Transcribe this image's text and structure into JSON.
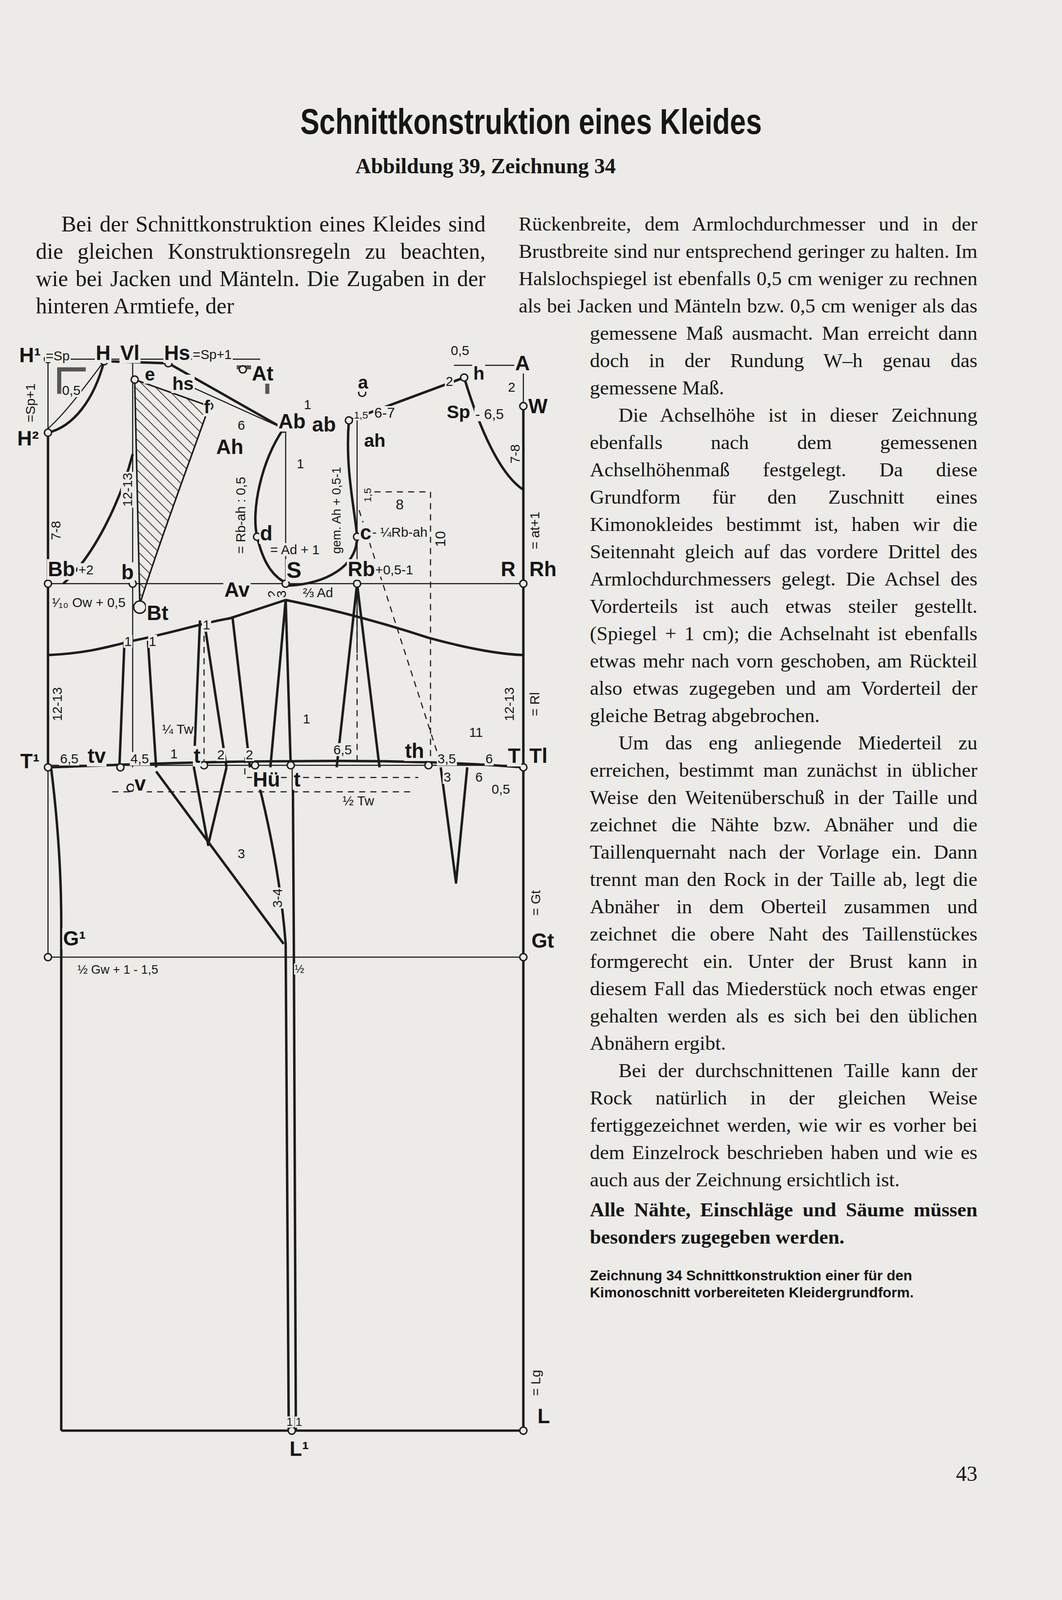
{
  "diagram": {
    "title": "Schnittkonstruktion eines Kleides",
    "caption": "Zeichnung 34 Schnittkonstruktion einer für den Kimonoschnitt vorbereiteten Kleidergrundform.",
    "labels": [
      "Abbildung 39, Zeichnung 34",
      "Bei der Schnittkonstruktion eines Kleides sind die gleichen Konstruktionsregeln zu beachten, wie bei Jacken und Mänteln. Die Zugaben in der hinteren Armtiefe, der",
      "Rückenbreite, dem Armlochdurchmesser und in der Brustbreite sind nur entsprechend geringer zu halten. Im Halslochspiegel ist ebenfalls 0,5 cm weniger zu rechnen als bei Jacken und Mänteln bzw. 0,5 cm weniger als das gemessene Maß ausmacht. Man erreicht dann doch in der Rundung W–h genau das gemessene Maß.",
      "Die Achselhöhe ist in dieser Zeichnung ebenfalls nach dem gemessenen Achselhöhenmaß festgelegt. Da diese Grundform für den Zuschnitt eines Kimonokleides bestimmt ist, haben wir die Seitennaht gleich auf das vordere Drittel des Armlochdurchmessers gelegt. Die Achsel des Vorderteils ist auch etwas steiler gestellt. (Spiegel + 1 cm); die Achselnaht ist ebenfalls etwas mehr nach vorn geschoben, am Rückteil also etwas zugegeben und am Vorderteil der gleiche Betrag abgebrochen.",
      "Um das eng anliegende Miederteil zu erreichen, bestimmt man zunächst in üblicher Weise den Weitenüberschuß in der Taille und zeichnet die Nähte bzw. Abnäher und die Taillenquernaht nach der Vorlage ein. Dann trennt man den Rock in der Taille ab, legt die Abnäher in dem Oberteil zusammen und zeichnet die obere Naht des Taillenstückes formgerecht ein. Unter der Brust kann in diesem Fall das Miederstück noch etwas enger gehalten werden als es sich bei den üblichen Abnähern ergibt.",
      "Bei der durchschnittenen Taille kann der Rock natürlich in der gleichen Weise fertiggezeichnet werden, wie wir es vorher bei dem Einzelrock beschrieben haben und wie es auch aus der Zeichnung ersichtlich ist.",
      "Alle Nähte, Einschläge und Säume müssen besonders zugegeben werden.",
      "43",
      "H¹",
      "=Sp",
      "H",
      "Vl",
      "Hs",
      "=Sp+1",
      "At",
      "0,5",
      "e",
      "hs",
      "f",
      "=Sp+1",
      "H²",
      "6",
      "1",
      "Ab",
      "ab",
      "Ah",
      "1",
      "a",
      "0,5",
      "2",
      "h",
      "A",
      "2",
      "W",
      "Sp",
      "- 6,5",
      "6-7",
      "1,5",
      "ah",
      "7-8",
      "12-13",
      "= Rb-ah : 0,5",
      "gem. Ah + 0,5-1",
      "1,5",
      "8",
      "10",
      "7-8",
      "d",
      "= Ad + 1",
      "c",
      "- ¼Rb-ah",
      "= at+1",
      "Bb",
      "+2",
      "b",
      "S",
      "Rb",
      "+0,5-1",
      "R",
      "Rh",
      "Av",
      "2",
      "3",
      "⅔ Ad",
      "¹⁄₁₀ Ow + 0,5",
      "Bt",
      "1",
      "1",
      "1",
      "12-13",
      "12-13",
      "= Rl",
      "¼ Tw",
      "1",
      "11",
      "T¹",
      "6,5",
      "tv",
      "4,5",
      "1",
      "t",
      "2",
      "2",
      "6,5",
      "th",
      "3,5",
      "6",
      "T",
      "Tl",
      "v",
      "Hü",
      "t",
      "3",
      "6",
      "0,5",
      "½ Tw",
      "3",
      "3-4",
      "= Gt",
      "G¹",
      "Gt",
      "½ Gw + 1 - 1,5",
      "½",
      "= Lg",
      "L",
      "1",
      "1",
      "L¹"
    ]
  }
}
